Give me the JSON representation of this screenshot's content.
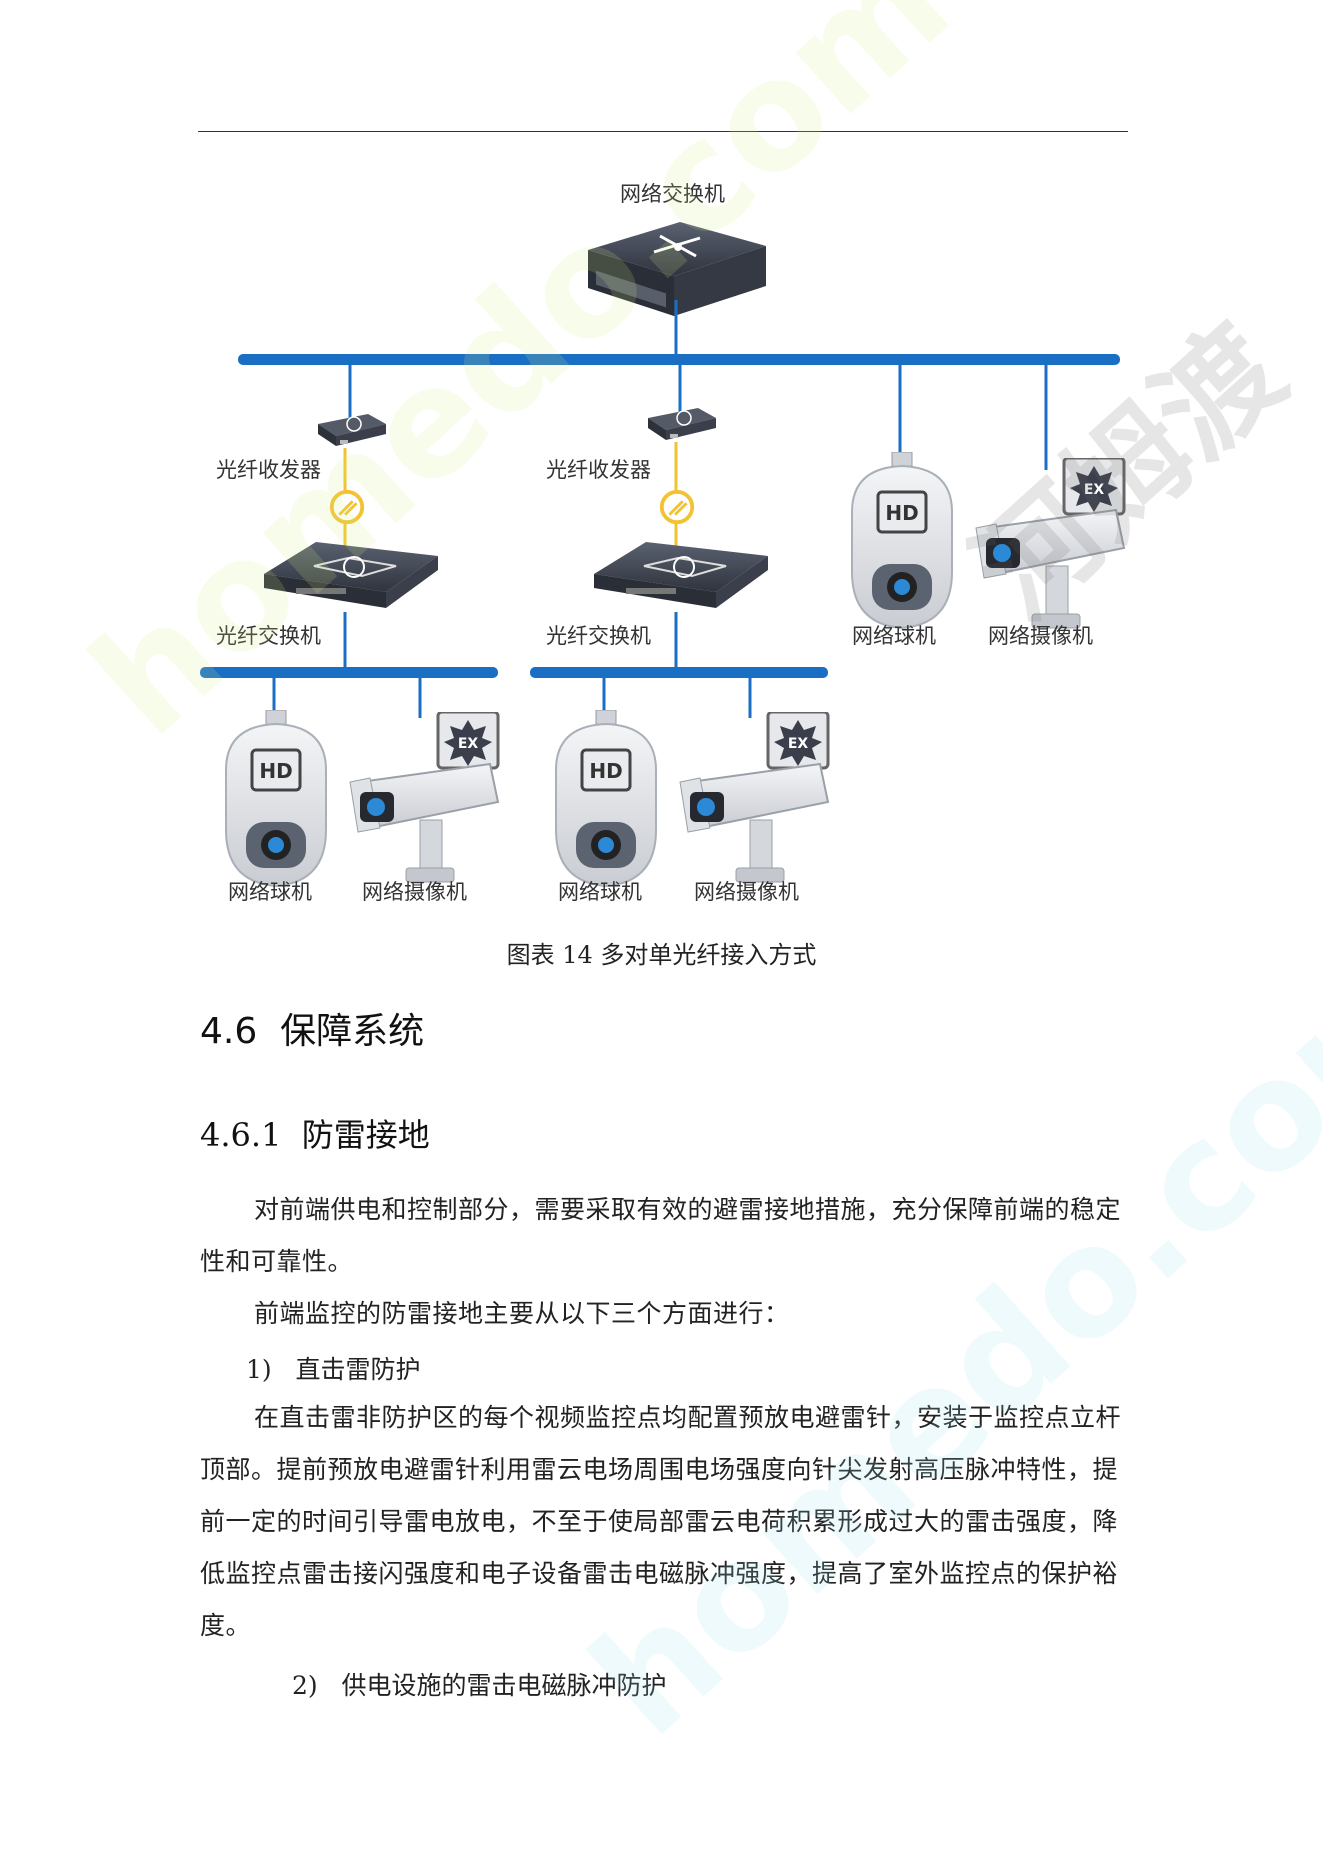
{
  "diagram": {
    "top_switch_label": "网络交换机",
    "left_branch": {
      "transceiver_label": "光纤收发器",
      "fiber_switch_label": "光纤交换机",
      "dome_label": "网络球机",
      "bullet_label": "网络摄像机"
    },
    "mid_branch": {
      "transceiver_label": "光纤收发器",
      "fiber_switch_label": "光纤交换机",
      "dome_label": "网络球机",
      "bullet_label": "网络摄像机"
    },
    "direct": {
      "dome_label": "网络球机",
      "bullet_label": "网络摄像机"
    },
    "dome_badge": "HD",
    "bullet_badge": "EX",
    "colors": {
      "bus": "#1a6fc4",
      "fiber": "#f2c230",
      "switch": "#3a3f4b"
    }
  },
  "caption": "图表 14 多对单光纤接入方式",
  "section": {
    "number": "4.6",
    "title": "保障系统"
  },
  "subsection": {
    "number": "4.6.1",
    "title": "防雷接地"
  },
  "paragraphs": {
    "p1": "对前端供电和控制部分，需要采取有效的避雷接地措施，充分保障前端的稳定性和可靠性。",
    "p2": "前端监控的防雷接地主要从以下三个方面进行：",
    "item1_num": "1)",
    "item1_text": "直击雷防护",
    "p3": "在直击雷非防护区的每个视频监控点均配置预放电避雷针，安装于监控点立杆顶部。提前预放电避雷针利用雷云电场周围电场强度向针尖发射高压脉冲特性，提前一定的时间引导雷电放电，不至于使局部雷云电荷积累形成过大的雷击强度，降低监控点雷击接闪强度和电子设备雷击电磁脉冲强度，提高了室外监控点的保护裕度。",
    "item2_num": "2)",
    "item2_text": "供电设施的雷击电磁脉冲防护"
  },
  "watermark": {
    "text_a": "homedo.com",
    "text_b": "河姆渡"
  }
}
